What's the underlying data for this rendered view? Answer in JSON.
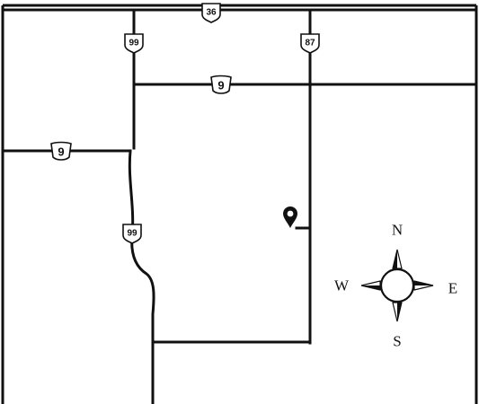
{
  "map": {
    "route_shields": [
      {
        "id": "shield-36-top",
        "label": "36"
      },
      {
        "id": "shield-99-top",
        "label": "99"
      },
      {
        "id": "shield-87",
        "label": "87"
      },
      {
        "id": "shield-9-upper",
        "label": "9"
      },
      {
        "id": "shield-9-left",
        "label": "9"
      },
      {
        "id": "shield-99-mid",
        "label": "99"
      }
    ],
    "compass": {
      "north": "N",
      "south": "S",
      "east": "E",
      "west": "W"
    },
    "marker": {
      "icon": "location-pin-icon"
    }
  }
}
